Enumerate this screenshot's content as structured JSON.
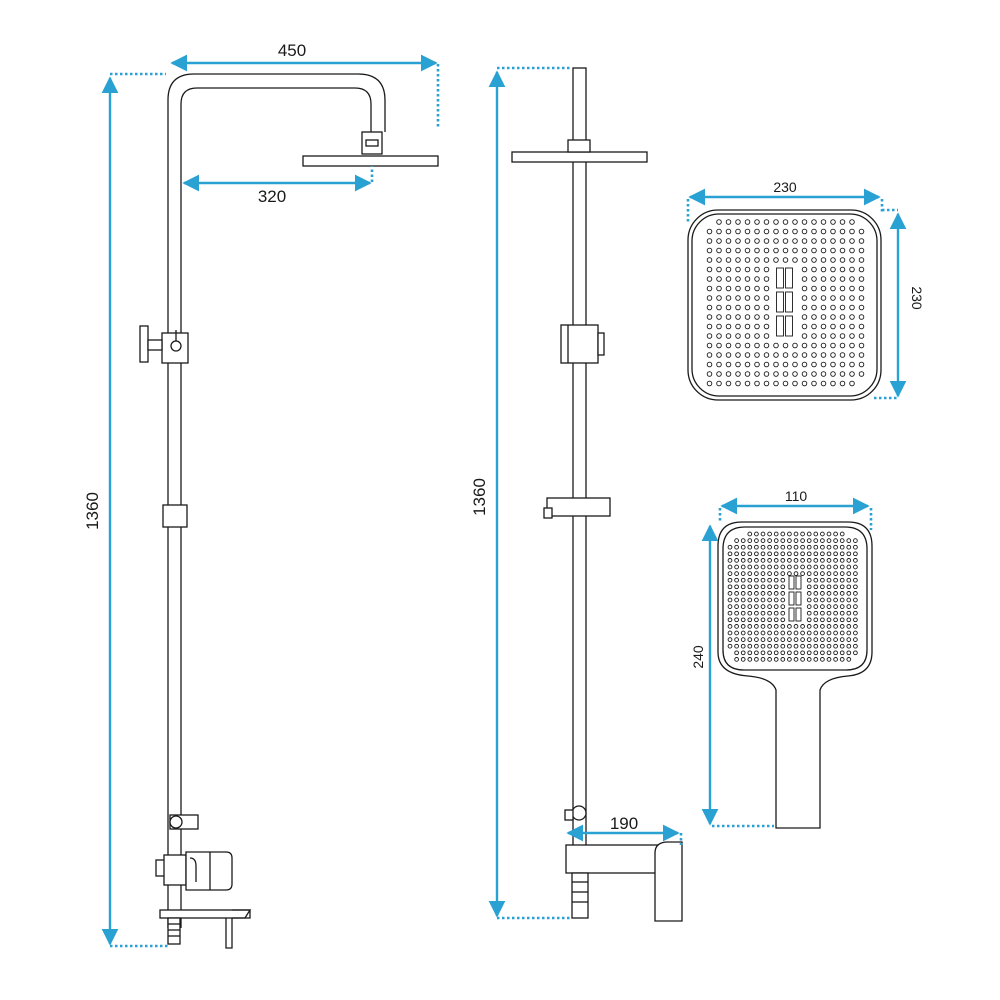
{
  "colors": {
    "dimension": "#2aa1d3",
    "outline": "#1a1a1a",
    "background": "#ffffff"
  },
  "dimensions": {
    "front_width": "450",
    "front_arm": "320",
    "front_height": "1360",
    "side_height": "1360",
    "spout_reach": "190",
    "head_width": "230",
    "head_depth": "230",
    "hand_width": "110",
    "hand_length": "240"
  }
}
